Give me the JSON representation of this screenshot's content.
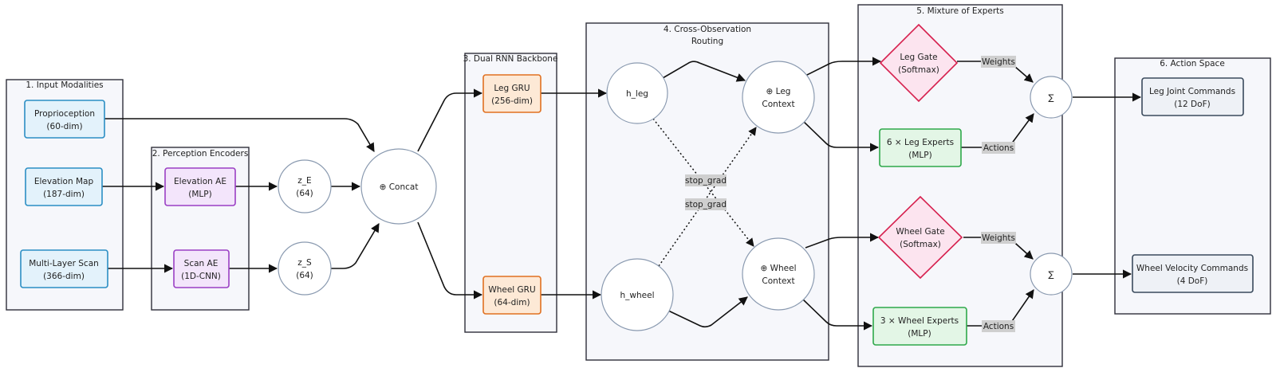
{
  "clusters": {
    "inputs": "1. Input Modalities",
    "encoders": "2. Perception Encoders",
    "rnn": "3. Dual RNN Backbone",
    "routing": [
      "4. Cross-Observation",
      "Routing"
    ],
    "moe": "5. Mixture of Experts",
    "action": "6. Action Space"
  },
  "nodes": {
    "proprioception": [
      "Proprioception",
      "(60-dim)"
    ],
    "elevation_map": [
      "Elevation Map",
      "(187-dim)"
    ],
    "multilayer_scan": [
      "Multi-Layer Scan",
      "(366-dim)"
    ],
    "elevation_ae": [
      "Elevation AE",
      "(MLP)"
    ],
    "scan_ae": [
      "Scan AE",
      "(1D-CNN)"
    ],
    "z_e": [
      "z_E",
      "(64)"
    ],
    "z_s": [
      "z_S",
      "(64)"
    ],
    "concat": "⊕ Concat",
    "leg_gru": [
      "Leg GRU",
      "(256-dim)"
    ],
    "wheel_gru": [
      "Wheel GRU",
      "(64-dim)"
    ],
    "h_leg": "h_leg",
    "h_wheel": "h_wheel",
    "leg_context": [
      "⊕ Leg",
      "Context"
    ],
    "wheel_context": [
      "⊕ Wheel",
      "Context"
    ],
    "leg_gate": [
      "Leg Gate",
      "(Softmax)"
    ],
    "wheel_gate": [
      "Wheel Gate",
      "(Softmax)"
    ],
    "leg_experts": [
      "6 × Leg Experts",
      "(MLP)"
    ],
    "wheel_experts": [
      "3 × Wheel Experts",
      "(MLP)"
    ],
    "sum": "∑",
    "leg_commands": [
      "Leg Joint Commands",
      "(12 DoF)"
    ],
    "wheel_commands": [
      "Wheel Velocity Commands",
      "(4 DoF)"
    ]
  },
  "edge_labels": {
    "stop_grad": "stop_grad",
    "weights": "Weights",
    "actions": "Actions"
  },
  "colors": {
    "input_fill": "#e3f2fb",
    "input_stroke": "#2b8ec4",
    "encoder_fill": "#f3e5fb",
    "encoder_stroke": "#9a3fc4",
    "gru_fill": "#fde9d6",
    "gru_stroke": "#e07020",
    "gate_fill": "#fce4ef",
    "gate_stroke": "#d6204e",
    "expert_fill": "#e3f6e6",
    "expert_stroke": "#2ea84a",
    "output_fill": "#eef1f6",
    "output_stroke": "#3a4a5c",
    "circle_stroke": "#8a9ab0"
  }
}
